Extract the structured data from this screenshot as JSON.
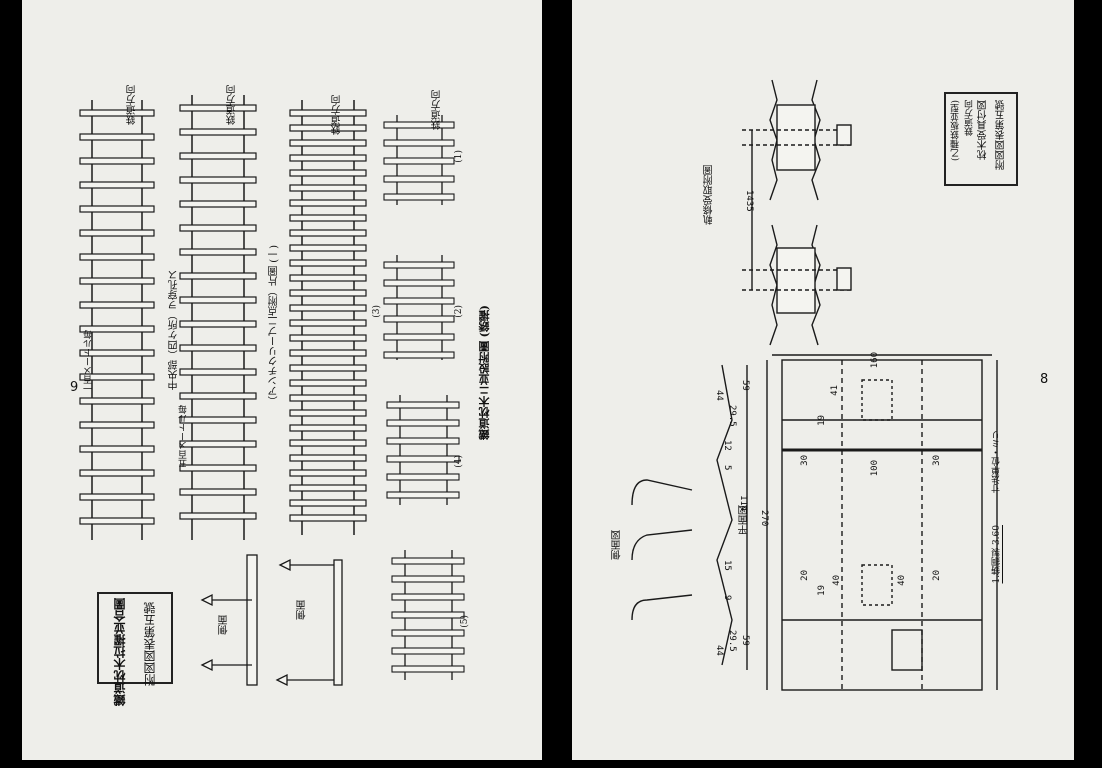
{
  "left_page": {
    "page_number": "9",
    "title_block": {
      "line1": "附図図表第五號",
      "line2": "鐵道枕木拉擢並合圖"
    },
    "plan_labels": {
      "direction_1": "鉄道方向",
      "direction_2": "鉄道方向",
      "direction_3": "鉄道方向",
      "direction_4": "鉄道方向",
      "track_a": "中央部（四ケ所）ヲ穿孔ス",
      "track_b": "（アンチクリープ二点附）片圖 (一)",
      "track_c": "鐵道枕木ニ並設附圖 (銹擢)",
      "side_view_1": "側面",
      "side_view_2": "側面",
      "case_1": "(1)",
      "case_2": "(2)",
      "case_3": "(3)",
      "case_4": "(4)",
      "case_5": "(5)",
      "note_1": "一百メートル毎",
      "note_2": "五百メートル毎"
    }
  },
  "right_page": {
    "page_number": "8",
    "title_block": {
      "line1": "附図図表第五號",
      "line2": "枕木受具付図",
      "line3": "鉄道方向",
      "line4": "(乙種鉄板並型)"
    },
    "detail_title": "軌條受取附圖",
    "plan_title": "平面図",
    "section_title": "側面図",
    "scale_note": "寸法単位・ミリ",
    "material_note": "1.鋳鋼製 3.60",
    "dimensions": {
      "gauge": "1435",
      "total_width": "160",
      "total_length": "270",
      "center": "114",
      "d100": "100",
      "d30a": "30",
      "d30b": "30",
      "d20a": "20",
      "d20b": "20",
      "d40a": "40",
      "d40b": "40",
      "d19a": "19",
      "d19b": "19",
      "d29a": "29.5",
      "d29b": "29.5",
      "d59a": "59",
      "d59b": "59",
      "d44a": "44",
      "d44b": "44",
      "d12": "12",
      "d5": "5",
      "d41": "41",
      "d15": "15",
      "d9": "9"
    }
  }
}
